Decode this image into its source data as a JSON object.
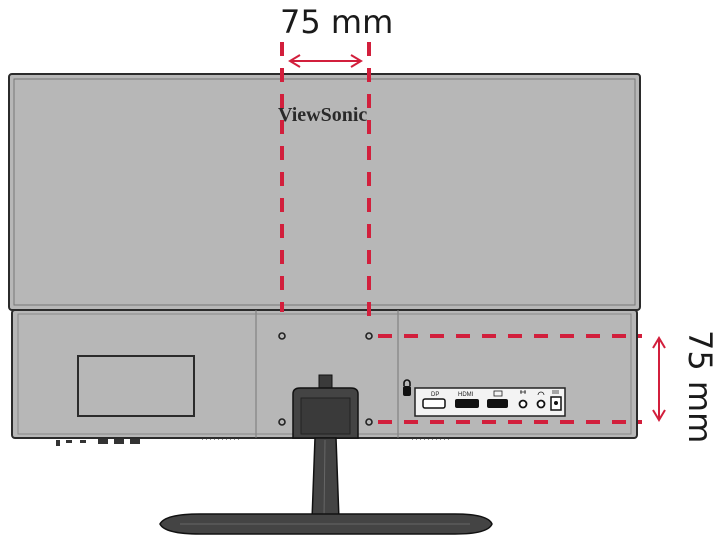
{
  "annotations": {
    "horizontal_spacing": "75 mm",
    "vertical_spacing": "75 mm"
  },
  "brand": {
    "logo_text": "ViewSonic"
  },
  "ports": {
    "dp": "DP",
    "hdmi": "HDMI"
  },
  "colors": {
    "panel": "#b7b7b7",
    "panel_outline": "#2b2b2b",
    "dimension_lines": "#d21f3c",
    "stand": "#3a3a3a"
  }
}
